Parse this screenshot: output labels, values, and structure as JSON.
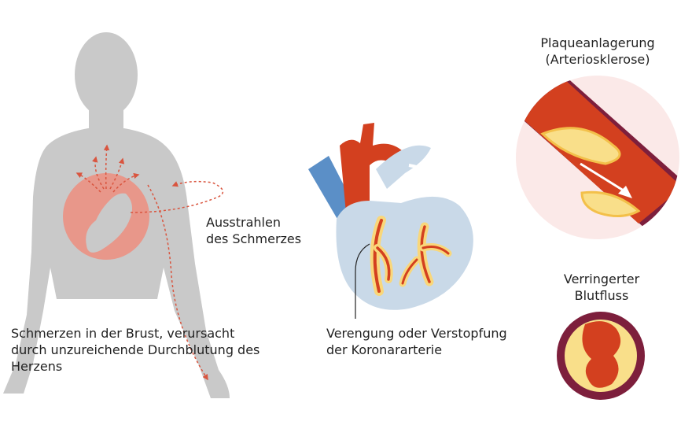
{
  "labels": {
    "chest_pain_line1": "Schmerzen in der Brust, verursacht",
    "chest_pain_line2": "durch unzureichende Durchblutung des",
    "chest_pain_line3": "Herzens",
    "radiation_line1": "Ausstrahlen",
    "radiation_line2": "des Schmerzes",
    "narrowing_line1": "Verengung oder Verstopfung",
    "narrowing_line2": "der Koronararterie",
    "plaque_line1": "Plaqueanlagerung",
    "plaque_line2": "(Arteriosklerose)",
    "reduced_flow_line1": "Verringerter",
    "reduced_flow_line2": "Blutfluss"
  },
  "colors": {
    "body_silhouette": "#c9c9c9",
    "chest_pain_fill": "#e8978a",
    "pain_arrow": "#d9553f",
    "heart_light": "#c9d9e8",
    "vein_blue": "#5b8fc7",
    "artery_red": "#d3401f",
    "coronary_yellow": "#f9d77a",
    "plaque_yellow": "#f9df8a",
    "vessel_wall": "#7d1f3c",
    "zoom_circle_bg": "#fbe9e8",
    "pointer_line": "#222222"
  }
}
